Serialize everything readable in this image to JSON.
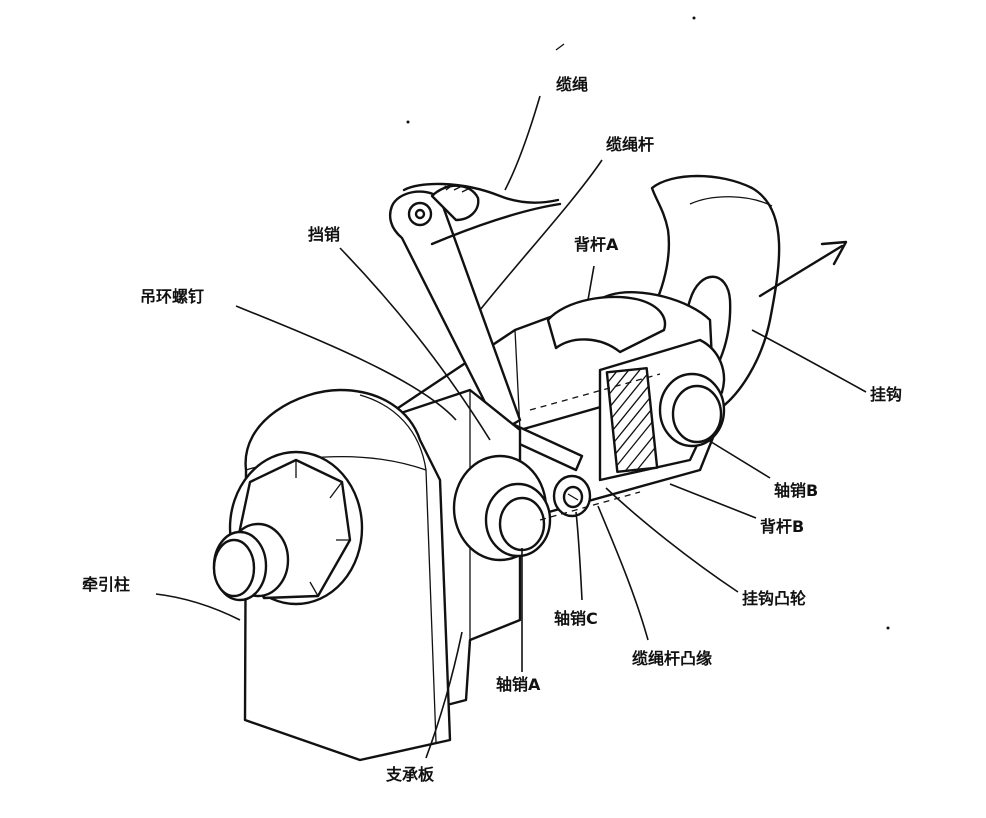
{
  "diagram": {
    "labels": {
      "lanyard": "缆绳",
      "lanyard_lever": "缆绳杆",
      "stop_pin": "挡销",
      "back_lever_a": "背杆A",
      "eyebolt": "吊环螺钉",
      "hook": "挂钩",
      "pin_b": "轴销B",
      "back_lever_b": "背杆B",
      "hook_cam": "挂钩凸轮",
      "tow_post": "牵引柱",
      "pin_c": "轴销C",
      "lever_cam_lobe": "缆绳杆凸缘",
      "pin_a": "轴销A",
      "support_plate": "支承板"
    }
  }
}
